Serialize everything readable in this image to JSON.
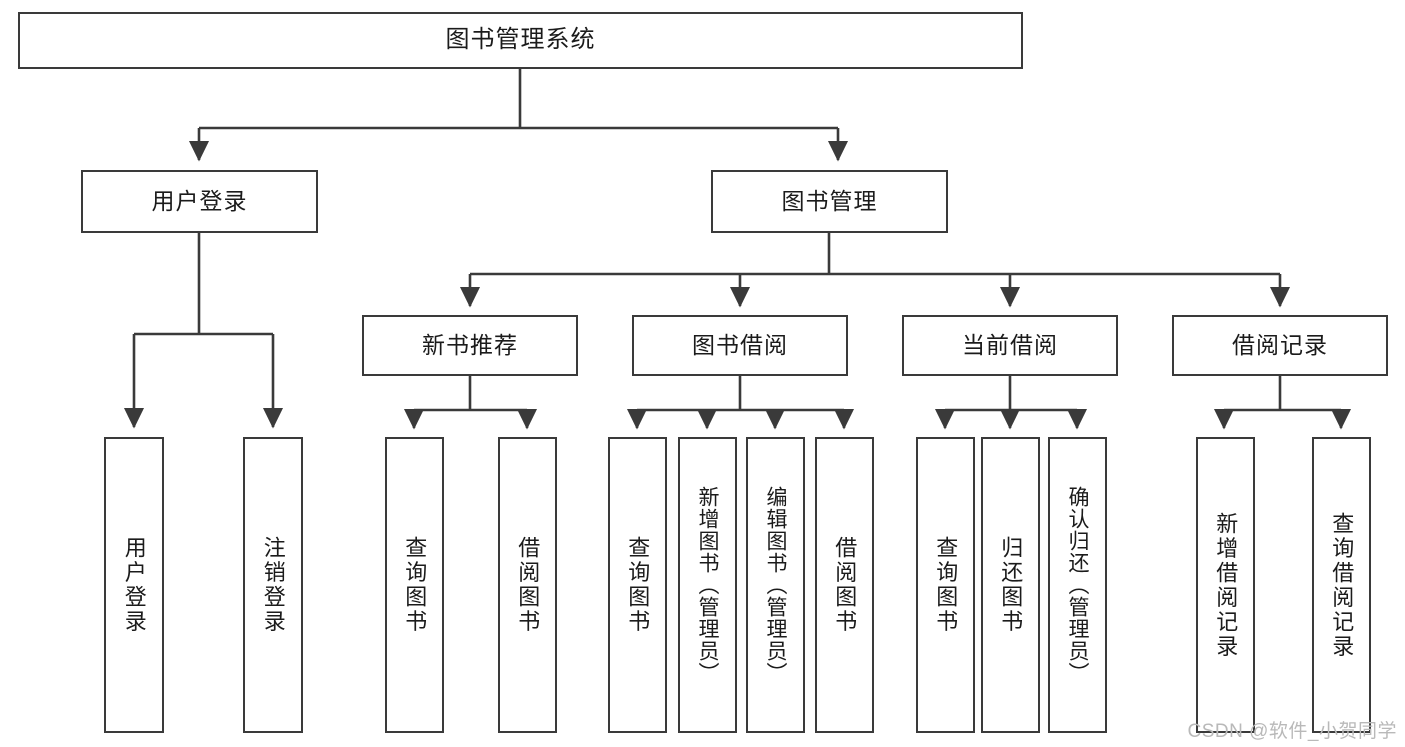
{
  "diagram": {
    "title": "图书管理系统",
    "type": "tree",
    "watermark": "CSDN @软件_小贺同学",
    "colors": {
      "stroke": "#3a3a3a",
      "text": "#1b1b1b",
      "background": "#ffffff",
      "watermark": "#b9b9b9"
    },
    "nodes": {
      "root": "图书管理系统",
      "user_login": "用户登录",
      "book_manage": "图书管理",
      "new_book_rec": "新书推荐",
      "book_borrow": "图书借阅",
      "current_borrow": "当前借阅",
      "borrow_record": "借阅记录",
      "leaf_user_login": "用户登录",
      "leaf_logout": "注销登录",
      "leaf_query_book_1": "查询图书",
      "leaf_borrow_book_1": "借阅图书",
      "leaf_query_book_2": "查询图书",
      "leaf_add_book_admin": "新增图书（管理员）",
      "leaf_edit_book_admin": "编辑图书（管理员）",
      "leaf_borrow_book_2": "借阅图书",
      "leaf_query_book_3": "查询图书",
      "leaf_return_book": "归还图书",
      "leaf_confirm_return_admin": "确认归还（管理员）",
      "leaf_add_record": "新增借阅记录",
      "leaf_query_record": "查询借阅记录"
    }
  }
}
